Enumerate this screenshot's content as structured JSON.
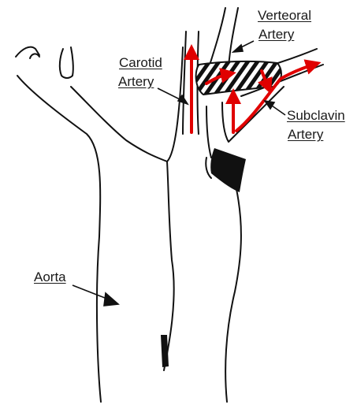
{
  "labels": {
    "vertebral_line1": "Verteoral",
    "vertebral_line2": "Artery",
    "carotid_line1": "Carotid",
    "carotid_line2": "Artery",
    "subclavian_line1": "Subclavin",
    "subclavian_line2": "Artery",
    "aorta": "Aorta"
  },
  "colors": {
    "outline": "#111111",
    "flow_arrow": "#e00000",
    "background": "#ffffff"
  }
}
